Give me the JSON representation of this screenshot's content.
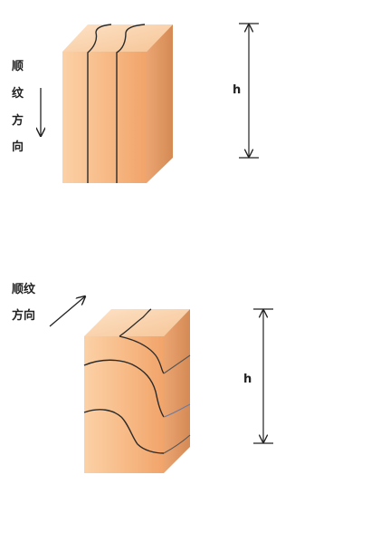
{
  "figure1": {
    "direction_chars": [
      "顺",
      "纹",
      "方",
      "向"
    ],
    "height_label": "h"
  },
  "figure2": {
    "direction_line1": "顺纹",
    "direction_line2": "方向",
    "height_label": "h"
  }
}
